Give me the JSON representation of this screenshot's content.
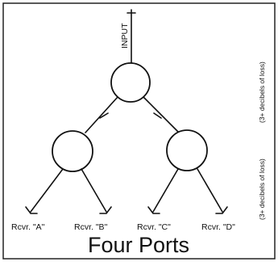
{
  "diagram": {
    "input_label": "INPUT",
    "title": "Four Ports",
    "loss_label_upper": "(3+ decibels of loss)",
    "loss_label_lower": "(3+ decibels of loss)",
    "receivers": [
      {
        "label": "Rcvr. \"A\""
      },
      {
        "label": "Rcvr. \"B\""
      },
      {
        "label": "Rcvr. \"C\""
      },
      {
        "label": "Rcvr. \"D\""
      }
    ]
  }
}
